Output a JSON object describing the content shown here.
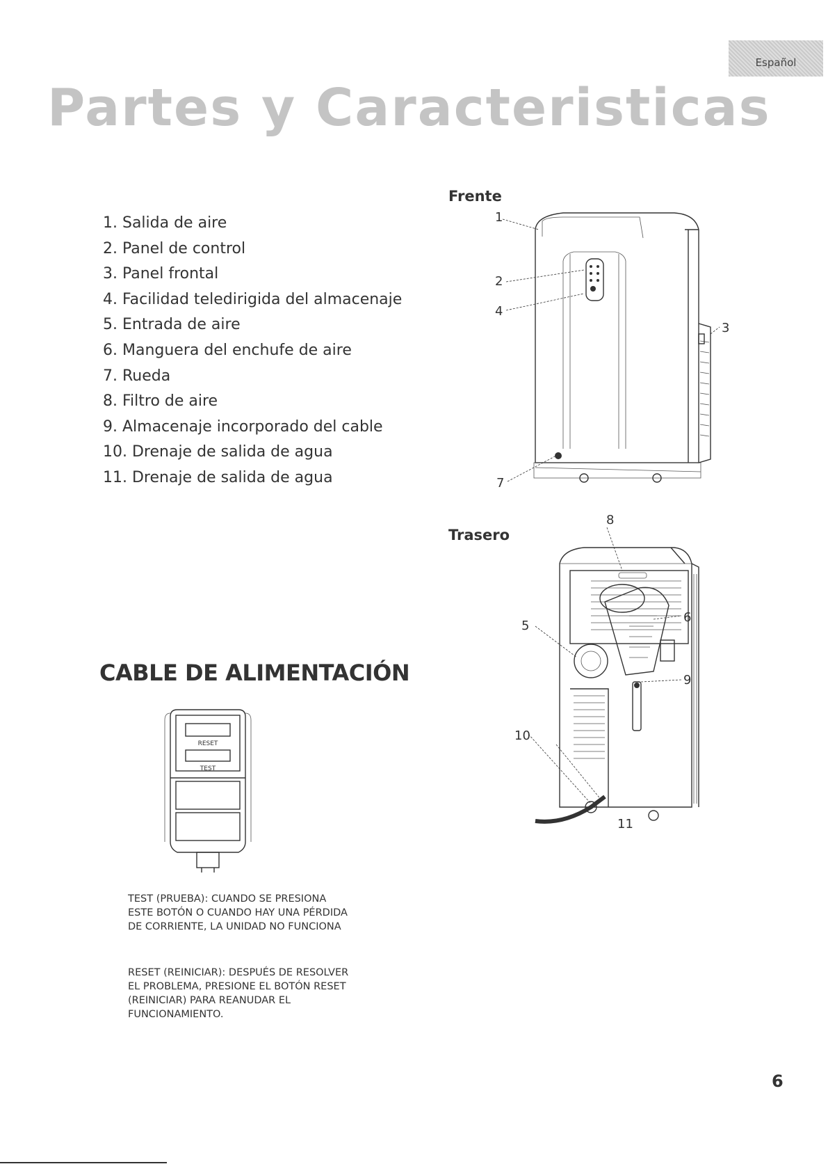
{
  "header": {
    "language_tab": "Español",
    "title": "Partes y Caracteristicas"
  },
  "parts": [
    "1. Salida de aire",
    "2. Panel de control",
    "3. Panel frontal",
    "4. Facilidad teledirigida del almacenaje",
    "5. Entrada de aire",
    "6. Manguera del enchufe de aire",
    "7. Rueda",
    "8. Filtro de aire",
    "9. Almacenaje incorporado del cable",
    "10. Drenaje de salida de agua",
    "11. Drenaje de salida de agua"
  ],
  "front": {
    "label": "Frente",
    "callouts": {
      "c1": "1",
      "c2": "2",
      "c3": "3",
      "c4": "4",
      "c7": "7"
    }
  },
  "rear": {
    "label": "Trasero",
    "callouts": {
      "c5": "5",
      "c6": "6",
      "c8": "8",
      "c9": "9",
      "c10": "10",
      "c11": "11"
    }
  },
  "power_cord": {
    "title": "CABLE DE ALIMENTACIÓN",
    "plug_buttons": {
      "reset": "RESET",
      "test": "TEST"
    },
    "test_text": "TEST (PRUEBA): CUANDO SE PRESIONA ESTE BOTÓN O CUANDO HAY UNA PÉRDIDA DE CORRIENTE, LA UNIDAD NO FUNCIONA",
    "reset_text": "RESET (REINICIAR): DESPUÉS DE RESOLVER EL PROBLEMA, PRESIONE EL BOTÓN RESET (REINICIAR) PARA REANUDAR EL FUNCIONAMIENTO."
  },
  "page_number": "6"
}
